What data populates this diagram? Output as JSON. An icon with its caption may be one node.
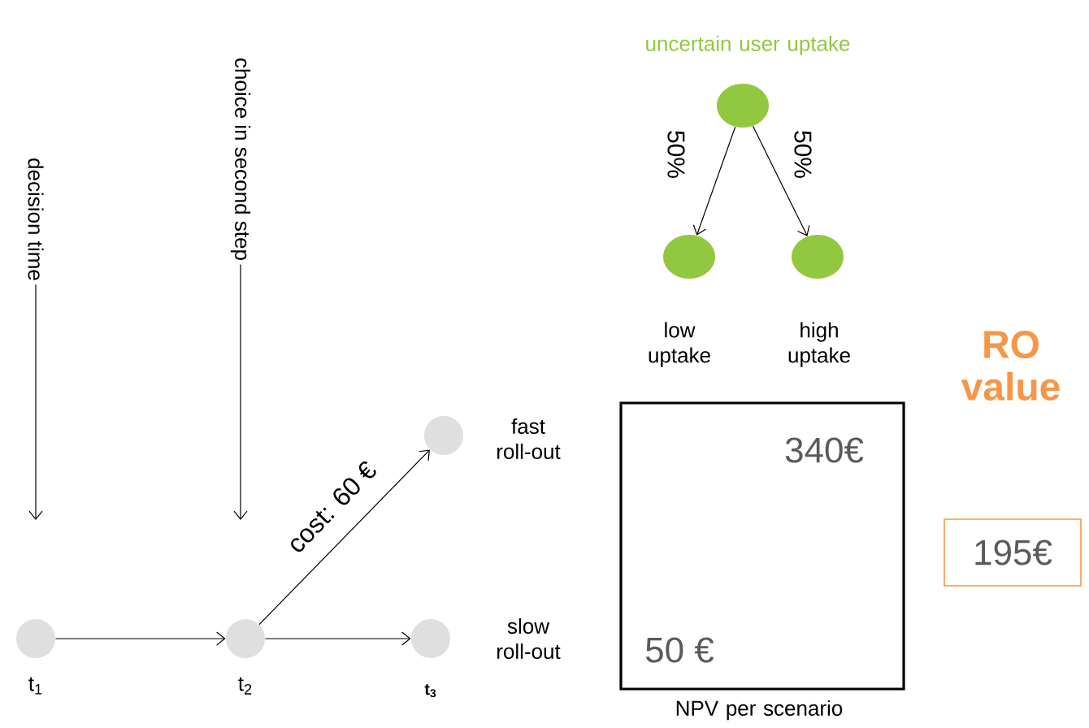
{
  "diagram": {
    "nodes": [
      {
        "text": [
          "decision time"
        ]
      },
      {
        "text": [
          "choice in second step"
        ]
      },
      {
        "text": [],
        "shape": "circle",
        "beside": [
          "t$_{1}$"
        ]
      },
      {
        "text": [],
        "shape": "circle",
        "beside": [
          "t$_{2}$"
        ]
      },
      {
        "text": [],
        "shape": "circle",
        "beside": [
          "fast roll-out"
        ]
      },
      {
        "text": [],
        "shape": "circle",
        "beside": [
          "slow roll-out",
          "t$_{3}$"
        ]
      },
      {
        "text": [],
        "shape": "circle",
        "beside": [
          "uncertain user uptake"
        ]
      },
      {
        "text": [],
        "shape": "circle",
        "beside": [
          "low uptake"
        ]
      },
      {
        "text": [],
        "shape": "circle",
        "beside": [
          "high uptake"
        ]
      },
      {
        "text": [
          "340€",
          "50 €"
        ],
        "beside": [
          "NPV per scenario"
        ]
      },
      {
        "text": [
          "195€"
        ]
      }
    ],
    "edges": [
      {
        "from": 0,
        "to": null,
        "arrow": "to"
      },
      {
        "from": 1,
        "to": null,
        "arrow": "to"
      },
      {
        "from": 2,
        "to": 3,
        "arrow": "to"
      },
      {
        "from": 3,
        "to": 4,
        "arrow": "to",
        "label": "cost: 60 €"
      },
      {
        "from": 3,
        "to": 5,
        "arrow": "to"
      },
      {
        "from": 6,
        "to": 7,
        "arrow": "to",
        "label": "50%"
      },
      {
        "from": 6,
        "to": 8,
        "arrow": "to",
        "label": "50%"
      }
    ],
    "labels": [
      "RO value"
    ]
  }
}
